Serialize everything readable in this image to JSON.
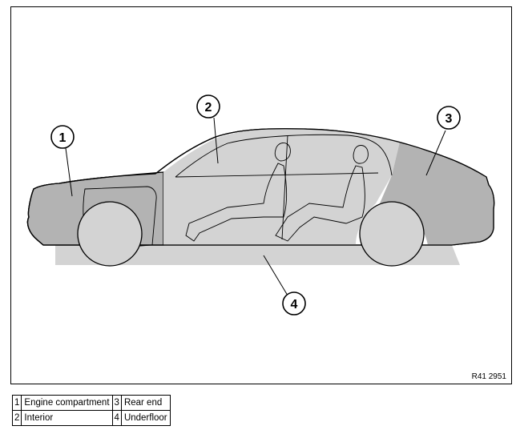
{
  "figure": {
    "reference": "R41 2951",
    "callouts": [
      "1",
      "2",
      "3",
      "4"
    ]
  },
  "legend": [
    [
      {
        "num": "1",
        "label": "Engine compartment"
      },
      {
        "num": "3",
        "label": "Rear end"
      }
    ],
    [
      {
        "num": "2",
        "label": "Interior"
      },
      {
        "num": "4",
        "label": "Underfloor"
      }
    ]
  ],
  "colors": {
    "zone_dark": "#b3b3b3",
    "zone_light": "#d3d3d3",
    "outline": "#000000"
  }
}
